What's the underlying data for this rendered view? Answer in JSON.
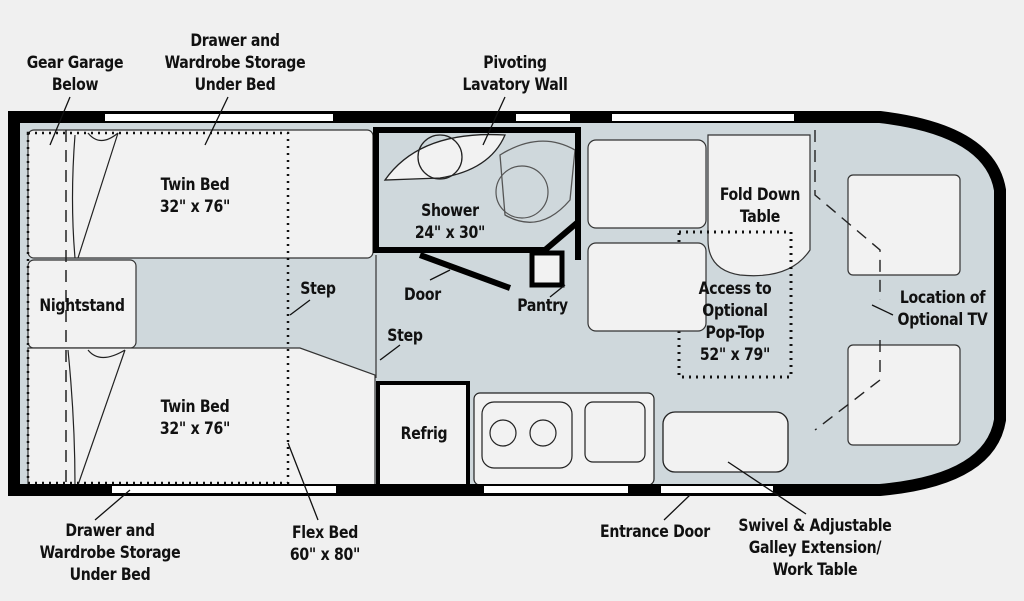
{
  "title": "Camper Van Floor Plan",
  "colors": {
    "background": "#f0f0f0",
    "floor": "#cfd8dc",
    "furniture": "#f2f2f2",
    "wall": "#000000",
    "window": "#ffffff"
  },
  "labels": {
    "gear_garage": "Gear Garage\nBelow",
    "drawer_top": "Drawer and\nWardrobe Storage\nUnder Bed",
    "pivoting_lavatory": "Pivoting\nLavatory Wall",
    "twin_bed_top": "Twin Bed\n32\" x 76\"",
    "twin_bed_bottom": "Twin Bed\n32\" x 76\"",
    "nightstand": "Nightstand",
    "step_rear": "Step",
    "step_front": "Step",
    "shower": "Shower\n24\" x 30\"",
    "door": "Door",
    "pantry": "Pantry",
    "refrig": "Refrig",
    "fold_down_table": "Fold Down\nTable",
    "pop_top": "Access to\nOptional\nPop-Top\n52\" x 79\"",
    "optional_tv": "Location of\nOptional TV",
    "drawer_bottom": "Drawer and\nWardrobe Storage\nUnder Bed",
    "flex_bed": "Flex Bed\n60\" x 80\"",
    "entrance_door": "Entrance Door",
    "galley_extension": "Swivel & Adjustable\nGalley Extension/\nWork Table"
  }
}
